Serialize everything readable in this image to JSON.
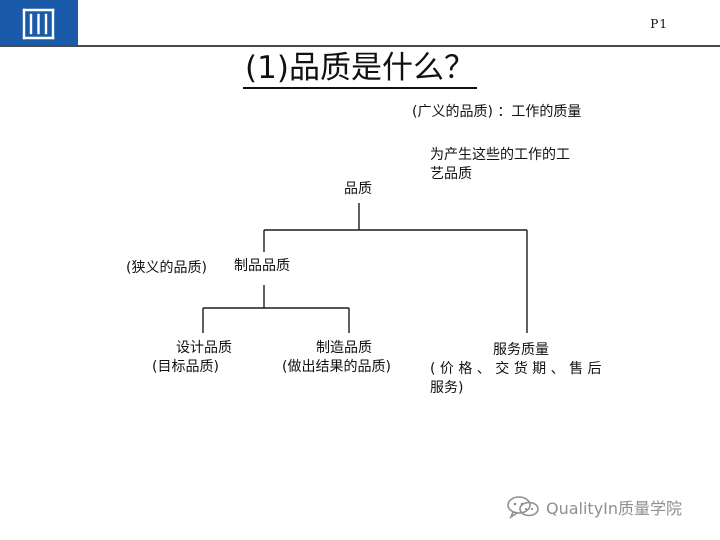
{
  "slide": {
    "page_number": "P1",
    "title": "(1)品质是什么？"
  },
  "annotations": {
    "broad_heading": "(广义的品质) ：工作的质量",
    "broad_desc_line1": "为产生这些的工作的工",
    "broad_desc_line2": "艺品质"
  },
  "tree": {
    "root": "品质",
    "narrow_label": "(狭义的品质)",
    "product_quality": "制品品质",
    "design_quality": "设计品质",
    "design_note": "(目标品质)",
    "manufacturing_quality": "制造品质",
    "manufacturing_note": "(做出结果的品质)",
    "service_quality": "服务质量",
    "service_note_line1": "( 价 格 、 交 货 期 、 售 后",
    "service_note_line2": "服务)"
  },
  "watermark": {
    "text": "QualityIn质量学院",
    "icon": "wechat-icon"
  },
  "colors": {
    "logo_bg": "#1a5aa8",
    "rule": "#4a4a4a",
    "watermark": "#8f8f8f"
  }
}
